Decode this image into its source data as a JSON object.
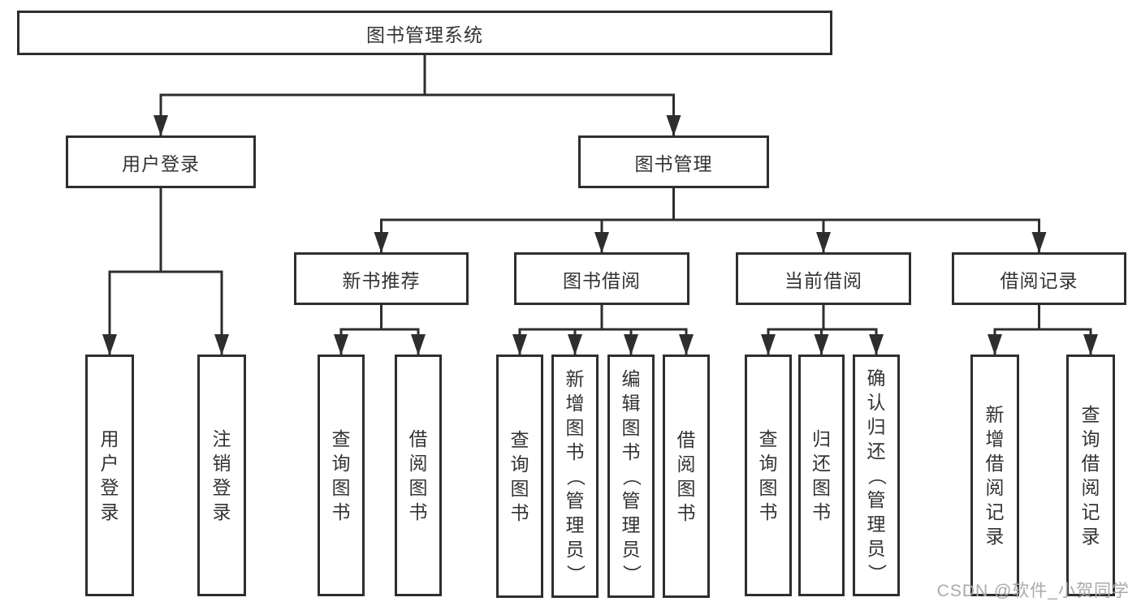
{
  "diagram": {
    "title": "图书管理系统",
    "watermark": {
      "text": "CSDN @软件_小贺同学"
    },
    "colors": {
      "line": "#2e2e2e",
      "border": "#2e2e2e",
      "text": "#333333",
      "fill": "#ffffff",
      "background": "#ffffff",
      "watermark": "#aaaaaa"
    },
    "nodes": [
      {
        "id": "library-system",
        "label": "图书管理系统",
        "orient": "h"
      },
      {
        "id": "user-login",
        "label": "用户登录",
        "orient": "h"
      },
      {
        "id": "book-management",
        "label": "图书管理",
        "orient": "h"
      },
      {
        "id": "new-book-recommendation",
        "label": "新书推荐",
        "orient": "h"
      },
      {
        "id": "book-borrowing",
        "label": "图书借阅",
        "orient": "h"
      },
      {
        "id": "current-borrowing",
        "label": "当前借阅",
        "orient": "h"
      },
      {
        "id": "borrowing-records",
        "label": "借阅记录",
        "orient": "h"
      },
      {
        "id": "leaf-user-login",
        "label": "用户登录",
        "orient": "v"
      },
      {
        "id": "leaf-logout",
        "label": "注销登录",
        "orient": "v"
      },
      {
        "id": "leaf-rec-query-books",
        "label": "查询图书",
        "orient": "v"
      },
      {
        "id": "leaf-rec-borrow-books",
        "label": "借阅图书",
        "orient": "v"
      },
      {
        "id": "leaf-bor-query-books",
        "label": "查询图书",
        "orient": "v"
      },
      {
        "id": "leaf-bor-add-books-admin",
        "label": "新增图书（管理员）",
        "orient": "v"
      },
      {
        "id": "leaf-bor-edit-books-admin",
        "label": "编辑图书（管理员）",
        "orient": "v"
      },
      {
        "id": "leaf-bor-borrow-books",
        "label": "借阅图书",
        "orient": "v"
      },
      {
        "id": "leaf-cur-query-books",
        "label": "查询图书",
        "orient": "v"
      },
      {
        "id": "leaf-cur-return-books",
        "label": "归还图书",
        "orient": "v"
      },
      {
        "id": "leaf-cur-confirm-return-admin",
        "label": "确认归还（管理员）",
        "orient": "v"
      },
      {
        "id": "leaf-rcd-add-record",
        "label": "新增借阅记录",
        "orient": "v"
      },
      {
        "id": "leaf-rcd-query-record",
        "label": "查询借阅记录",
        "orient": "v"
      }
    ],
    "edges": [
      {
        "from": "library-system",
        "to": [
          "user-login",
          "book-management"
        ]
      },
      {
        "from": "user-login",
        "to": [
          "leaf-user-login",
          "leaf-logout"
        ]
      },
      {
        "from": "book-management",
        "to": [
          "new-book-recommendation",
          "book-borrowing",
          "current-borrowing",
          "borrowing-records"
        ]
      },
      {
        "from": "new-book-recommendation",
        "to": [
          "leaf-rec-query-books",
          "leaf-rec-borrow-books"
        ]
      },
      {
        "from": "book-borrowing",
        "to": [
          "leaf-bor-query-books",
          "leaf-bor-add-books-admin",
          "leaf-bor-edit-books-admin",
          "leaf-bor-borrow-books"
        ]
      },
      {
        "from": "current-borrowing",
        "to": [
          "leaf-cur-query-books",
          "leaf-cur-return-books",
          "leaf-cur-confirm-return-admin"
        ]
      },
      {
        "from": "borrowing-records",
        "to": [
          "leaf-rcd-add-record",
          "leaf-rcd-query-record"
        ]
      }
    ]
  }
}
